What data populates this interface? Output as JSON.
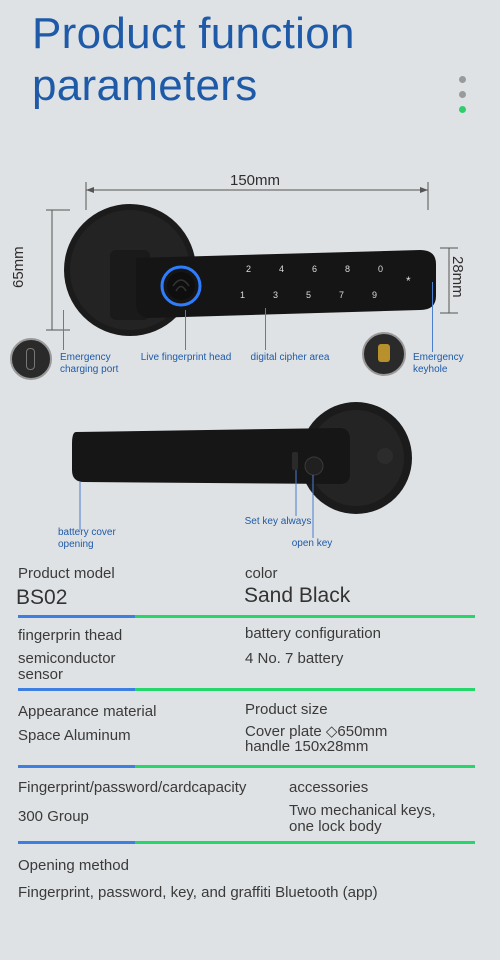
{
  "header": {
    "title_line1": "Product function",
    "title_line2": "parameters"
  },
  "dimensions": {
    "width": "150mm",
    "height_left": "65mm",
    "height_right": "28mm"
  },
  "lock_keypad": {
    "row1": [
      "2",
      "4",
      "6",
      "8",
      "0"
    ],
    "row2": [
      "1",
      "3",
      "5",
      "7",
      "9"
    ],
    "star": "*"
  },
  "callouts": {
    "charging_port": "Emergency charging port",
    "fingerprint_head": "Live fingerprint head",
    "cipher_area": "digital cipher area",
    "keyhole": "Emergency keyhole",
    "battery_cover": "battery cover opening",
    "set_key": "Set key always",
    "open_key": "open key"
  },
  "specs": {
    "model_label": "Product model",
    "model_value": "BS02",
    "color_label": "color",
    "color_value": "Sand Black",
    "fingerprint_label": "fingerprin thead",
    "fingerprint_value": "semiconductor sensor",
    "battery_label": "battery  configuration",
    "battery_value": "4 No. 7 battery",
    "material_label": "Appearance material",
    "material_value": "Space Aluminum",
    "size_label": "Product size",
    "size_value_line1": "Cover plate ◇650mm",
    "size_value_line2": "handle 150x28mm",
    "capacity_label": "Fingerprint/password/cardcapacity",
    "capacity_value": "300 Group",
    "accessories_label": "accessories",
    "accessories_value_line1": "Two mechanical keys,",
    "accessories_value_line2": "one lock body",
    "opening_label": "Opening method",
    "opening_value": "Fingerprint, password, key, and graffiti Bluetooth (app)"
  },
  "colors": {
    "title": "#1e5aa8",
    "accent_blue": "#3c7fe0",
    "accent_green": "#25d66a",
    "background": "#dfe2e4"
  }
}
